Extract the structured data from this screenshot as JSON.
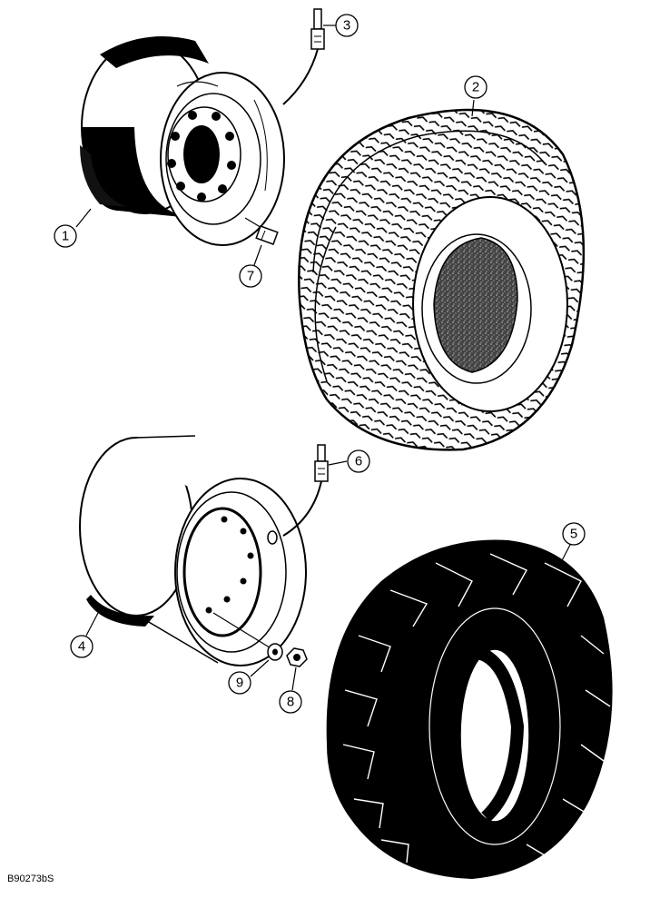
{
  "reference_code": "B90273bS",
  "callouts": {
    "c1": "1",
    "c2": "2",
    "c3": "3",
    "c4": "4",
    "c5": "5",
    "c6": "6",
    "c7": "7",
    "c8": "8",
    "c9": "9"
  }
}
